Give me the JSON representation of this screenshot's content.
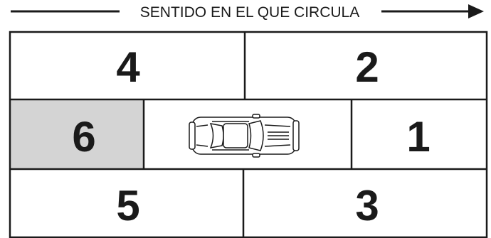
{
  "caption": "SENTIDO EN EL QUE CIRCULA",
  "zones": {
    "top_left": "4",
    "top_right": "2",
    "mid_left": "6",
    "mid_right": "1",
    "bottom_left": "5",
    "bottom_right": "3"
  },
  "colors": {
    "line": "#1a1a1a",
    "highlight_zone": "#d4d4d4",
    "background": "#ffffff"
  },
  "icons": {
    "direction": "arrow-right-icon",
    "vehicle": "car-top-view-icon"
  }
}
